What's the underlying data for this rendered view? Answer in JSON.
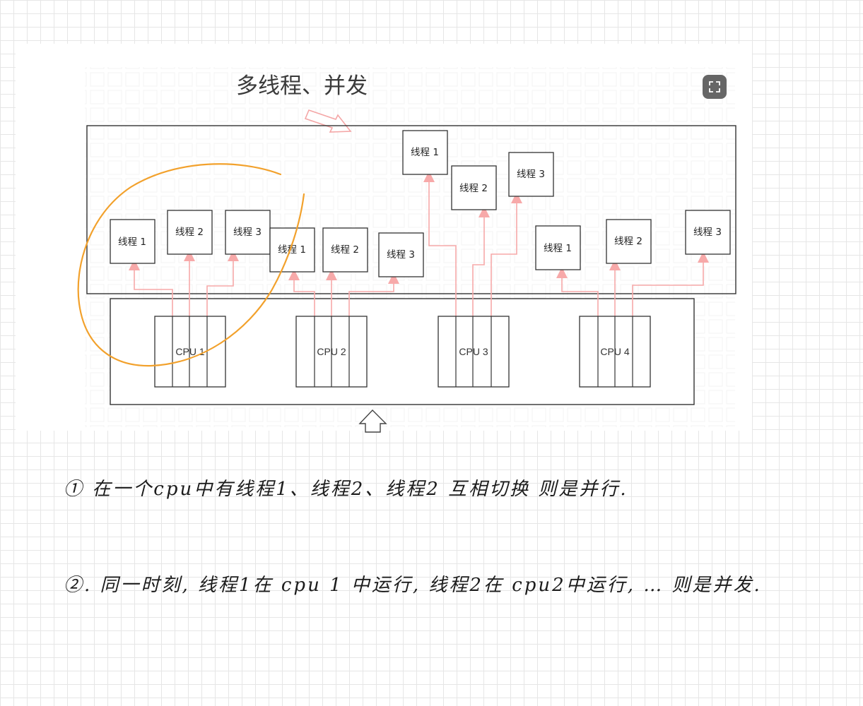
{
  "diagram": {
    "title": "多线程、并发",
    "outer_box_threads": [
      {
        "label": "线程 1"
      },
      {
        "label": "线程 2"
      },
      {
        "label": "线程 3"
      },
      {
        "label": "线程 1"
      },
      {
        "label": "线程 2"
      },
      {
        "label": "线程 3"
      },
      {
        "label": "线程 1"
      },
      {
        "label": "线程 2"
      },
      {
        "label": "线程 3"
      },
      {
        "label": "线程 1"
      },
      {
        "label": "线程 2"
      },
      {
        "label": "线程 3"
      }
    ],
    "cpus": [
      {
        "label": "CPU 1"
      },
      {
        "label": "CPU 2"
      },
      {
        "label": "CPU 3"
      },
      {
        "label": "CPU 4"
      }
    ],
    "colors": {
      "arrow": "#f7a9a9",
      "annotation": "#f2a12c",
      "stroke": "#333333"
    }
  },
  "notes": {
    "note1": "① 在一个cpu中有线程1、线程2、线程2 互相切换 则是并行.",
    "note2": "②. 同一时刻, 线程1在 cpu 1 中运行, 线程2在 cpu2中运行, … 则是并发."
  },
  "toolbar": {
    "expand_icon": "expand-icon"
  }
}
